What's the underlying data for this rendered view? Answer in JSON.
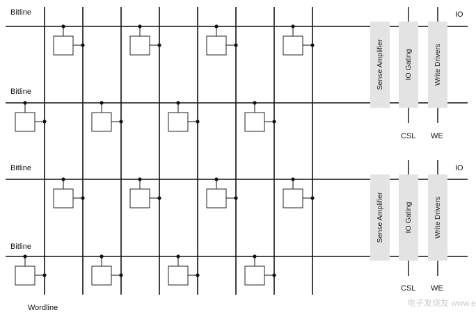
{
  "labels": {
    "bitline": "Bitline",
    "wordline": "Wordline",
    "io": "IO",
    "csl": "CSL",
    "we": "WE"
  },
  "blocks": {
    "sense_amplifier": "Sense Amplifier",
    "io_gating": "IO Gating",
    "write_drivers": "Write Drivers"
  },
  "watermark": "电子发烧友 www.elecfans.com",
  "colors": {
    "line": "#111111",
    "block_fill": "#e3e3e3",
    "cell_border": "#222222"
  }
}
